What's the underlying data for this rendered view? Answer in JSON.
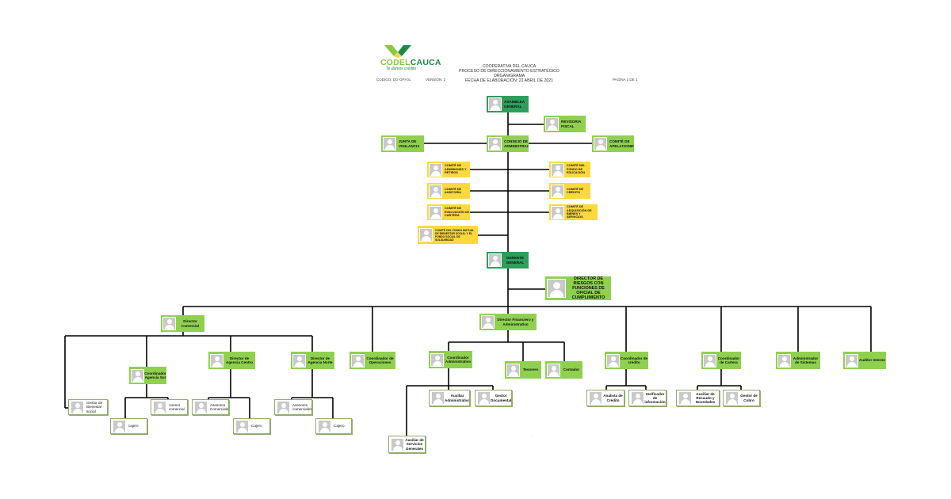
{
  "header": {
    "logo_word_a": "CODEL",
    "logo_word_b": "CAUCA",
    "logo_tagline": "Te damos crédito",
    "company_lines": [
      "COOPERATIVA DEL CAUCA",
      "PROCESO DE DIRECCIONAMIENTO ESTRATÉGICO",
      "ORGANIGRAMA",
      "FECHA DE ELABORACIÓN: 22 ABRIL DE 2021"
    ],
    "code": "CODIGO: DG-GPI-01",
    "version": "VERSIÓN: 2",
    "page": "PAGINA 1 DE 1"
  },
  "colors": {
    "dark_green": "#2e9e5b",
    "green": "#8fd14f",
    "yellow": "#fed93e",
    "white_border": "#8fae6a"
  },
  "icon": "person-placeholder-icon",
  "nodes": {
    "asamblea": "ASAMBLEA GENERAL",
    "revisoria": "REVISORIA FISCAL",
    "junta": "JUNTA DE VIGILANCIA",
    "consejo": "CONSEJO DE ADMINISTRACIÓN",
    "apelaciones": "COMITÉ DE APELACIONES",
    "c_admisiones": "COMITÉ DE ADMISIONES Y RETIROS",
    "c_educacion": "COMITÉ DEL FONDO DE EDUCACIÓN",
    "c_auditoria": "COMITÉ DE AUDITORÍA",
    "c_credito": "COMITÉ DE CRÉDITO",
    "c_cartera": "COMITÉ DE EVALUACIÓN DE CARTERA",
    "c_adquisicion": "COMITÉ DE ADQUISICIÓN DE BIENES Y SERVICIOS",
    "c_bienestar": "COMITÉ DEL FONDO MUTUAL DE BIENESTAR SOCIAL Y EL FONDO SOCIAL DE SOLIDARIDAD",
    "gerente": "GERENTE GENERAL",
    "riesgos": "DIRECTOR DE RIESGOS CON FUNCIONES DE OFICIAL DE CUMPLIMIENTO",
    "dir_comercial": "Director Comercial",
    "dir_financiero": "Director Financiero y Administrativo",
    "coord_sur": "Coordinador Agencia Sur",
    "dir_centro": "Director de Agencia Centro",
    "dir_norte": "Director de Agencia Norte",
    "coord_operaciones": "Coordinador de Operaciones",
    "coord_administrativo": "Coordinador Administrativo",
    "tesorero": "Tesorero",
    "contador": "Contador",
    "coord_credito": "Coordinador de crédito",
    "coord_cartera": "Coordinador de Cartera",
    "admin_sistemas": "Administrador de Sistemas",
    "auditor": "Auditor Interno",
    "gestor_bienestar": "Gestor de Bienestar social",
    "asesor_sur": "Asesor comercial",
    "cajero_sur": "cajero",
    "asesores_centro": "Asesores Comerciales",
    "cajero_centro": "Cajero",
    "asesores_norte": "Asesores comerciales",
    "cajero_norte": "Cajero",
    "aux_administrativo": "Auxiliar Administrativo",
    "gestor_documental": "Gestor Documental",
    "aux_servicios": "Auxiliar de Servicios Generales",
    "analista_credito": "Analista de Crédito",
    "verificador": "Verificador de información",
    "aux_recaudo": "Auxiliar de Recaudo y Novedades",
    "gestor_cobro": "Gestor de Cobro"
  }
}
